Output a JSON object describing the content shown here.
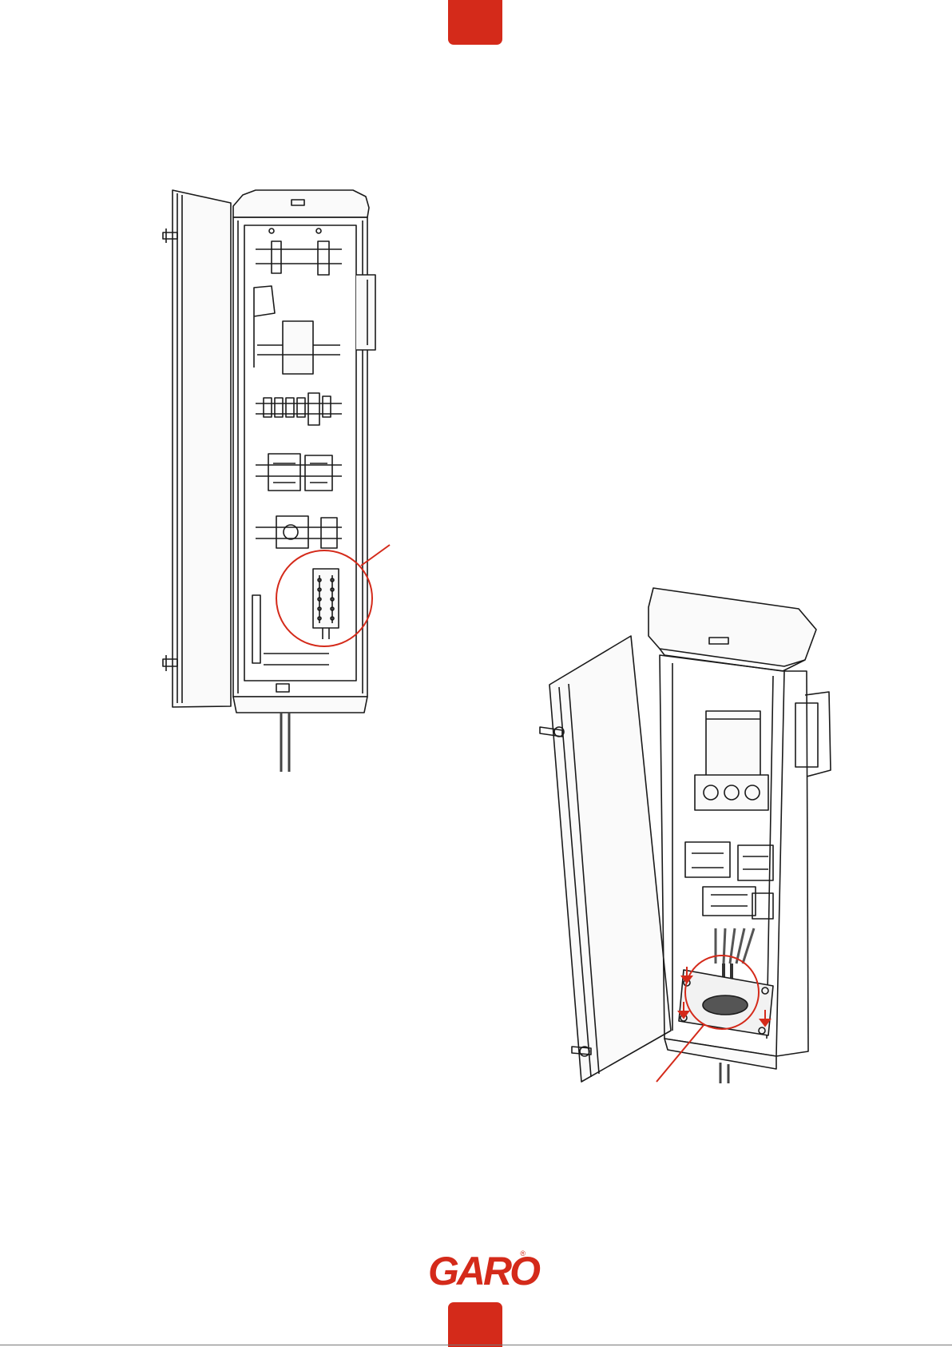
{
  "brand": {
    "logo_text": "GARO",
    "registered_mark": "®",
    "color": "#d42a1a"
  },
  "figures": [
    {
      "name": "cabinet-front-view-open-door",
      "highlight": "terminal-block",
      "highlight_color": "#d42a1a"
    },
    {
      "name": "cabinet-perspective-view-open-door",
      "highlight": "cable-entry",
      "highlight_color": "#d42a1a",
      "arrows": 3
    }
  ]
}
